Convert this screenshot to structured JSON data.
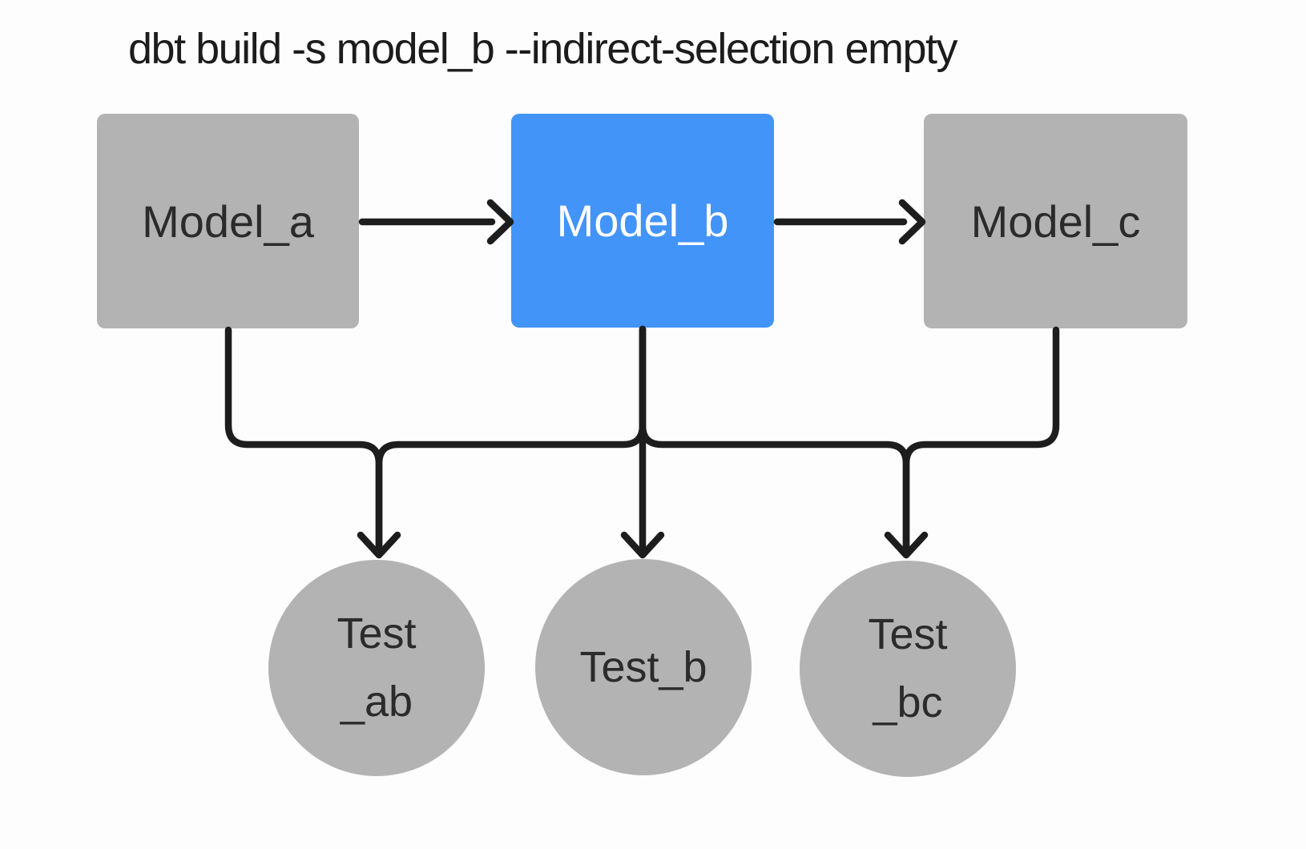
{
  "title": "dbt build -s model_b --indirect-selection empty",
  "colors": {
    "background": "#fdfdfd",
    "node_gray": "#b3b3b3",
    "node_selected_blue": "#4394f8",
    "edge_line": "#1d1d1d",
    "label_dark": "#2b2b2b",
    "label_on_selected": "#ffffff"
  },
  "nodes": {
    "models": [
      {
        "id": "model_a",
        "label": "Model_a",
        "selected": false
      },
      {
        "id": "model_b",
        "label": "Model_b",
        "selected": true
      },
      {
        "id": "model_c",
        "label": "Model_c",
        "selected": false
      }
    ],
    "tests": [
      {
        "id": "test_ab",
        "line1": "Test",
        "line2": "_ab"
      },
      {
        "id": "test_b",
        "line1": "Test_b",
        "line2": ""
      },
      {
        "id": "test_bc",
        "line1": "Test",
        "line2": "_bc"
      }
    ]
  },
  "edges": [
    {
      "from": "model_a",
      "to": "model_b",
      "arrow": true
    },
    {
      "from": "model_b",
      "to": "model_c",
      "arrow": true
    },
    {
      "from": "model_a",
      "to": "test_ab",
      "arrow": true
    },
    {
      "from": "model_b",
      "to": "test_ab",
      "arrow": true
    },
    {
      "from": "model_b",
      "to": "test_b",
      "arrow": true
    },
    {
      "from": "model_b",
      "to": "test_bc",
      "arrow": true
    },
    {
      "from": "model_c",
      "to": "test_bc",
      "arrow": true
    }
  ]
}
